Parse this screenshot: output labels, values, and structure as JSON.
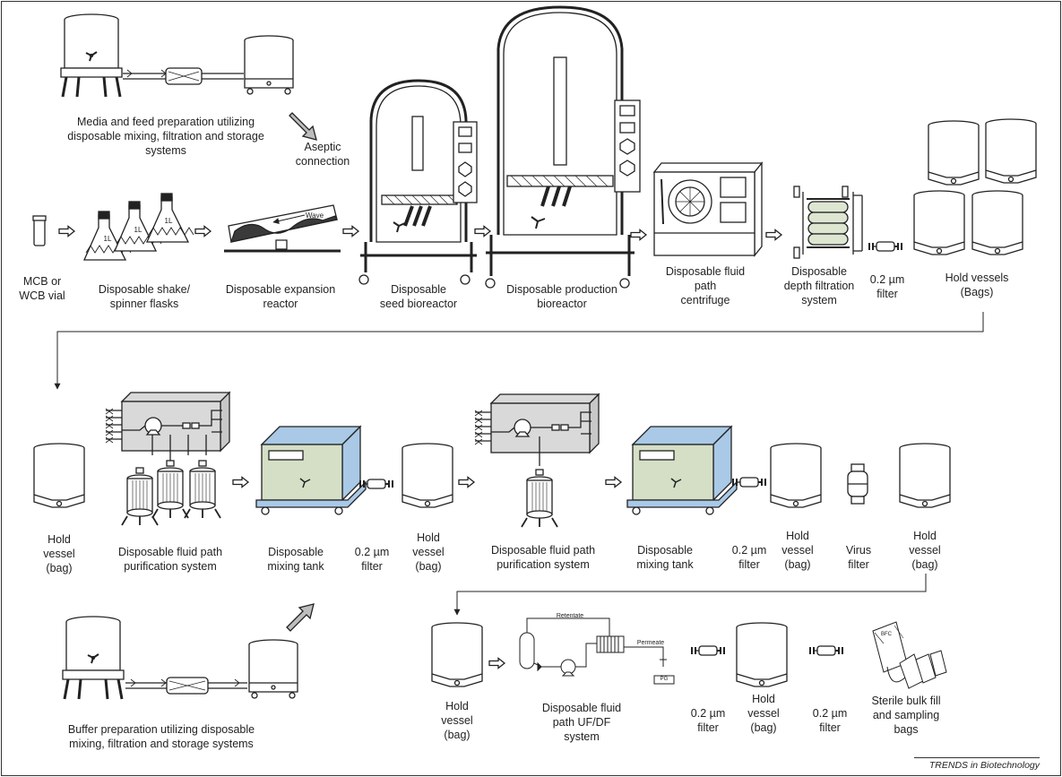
{
  "labels": {
    "media_prep": "Media and feed preparation utilizing\ndisposable mixing, filtration and storage\nsystems",
    "aseptic": "Aseptic\nconnection",
    "mcb_vial": "MCB or\nWCB vial",
    "shake_flasks": "Disposable shake/\nspinner flasks",
    "expansion_reactor": "Disposable expansion\nreactor",
    "seed_bioreactor": "Disposable\nseed bioreactor",
    "production_bioreactor": "Disposable production\nbioreactor",
    "centrifuge": "Disposable fluid\npath\ncentrifuge",
    "depth_filtration": "Disposable\ndepth filtration\nsystem",
    "filter_1": "0.2 µm\nfilter",
    "hold_vessels_bags": "Hold vessels\n(Bags)",
    "hold_vessel_r2_1": "Hold\nvessel\n(bag)",
    "purification_1": "Disposable fluid path\npurification system",
    "mixing_tank_1": "Disposable\nmixing tank",
    "filter_2": "0.2 µm\nfilter",
    "hold_vessel_r2_2": "Hold\nvessel\n(bag)",
    "purification_2": "Disposable fluid path\npurification system",
    "mixing_tank_2": "Disposable\nmixing tank",
    "filter_3": "0.2 µm\nfilter",
    "hold_vessel_r2_3": "Hold\nvessel\n(bag)",
    "virus_filter": "Virus\nfilter",
    "hold_vessel_r2_4": "Hold\nvessel\n(bag)",
    "buffer_prep": "Buffer preparation utilizing disposable\nmixing, filtration and storage systems",
    "hold_vessel_r3_1": "Hold\nvessel\n(bag)",
    "ufdf": "Disposable fluid\npath UF/DF\nsystem",
    "filter_4": "0.2 µm\nfilter",
    "hold_vessel_r3_2": "Hold\nvessel\n(bag)",
    "filter_5": "0.2 µm\nfilter",
    "bulk_fill": "Sterile bulk fill\nand sampling\nbags"
  },
  "inline_text": {
    "flask_volume": "1L",
    "wave": "Wave",
    "retentate": "Retentate",
    "permeate": "Permeate",
    "pg": "PG",
    "bfc": "BFC"
  },
  "credit": "TRENDS in Biotechnology",
  "colors": {
    "mixing_tank_front": "#d5dfc6",
    "mixing_tank_side": "#a9c9e6",
    "arrow_fill": "#bdbdbd",
    "skid_fill": "#d9d9d9"
  }
}
